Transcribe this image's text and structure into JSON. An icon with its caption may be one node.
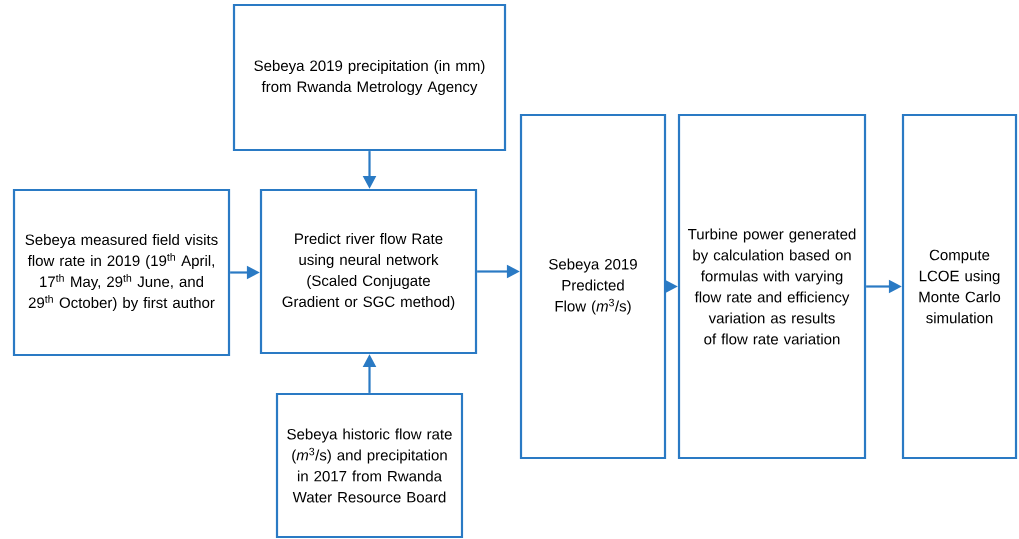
{
  "diagram": {
    "nodes": [
      {
        "text": [
          "Sebeya 2019 precipitation (in mm) from Rwanda Metrology Agency"
        ]
      },
      {
        "text": [
          "Sebeya measured field visits flow rate in 2019 (19$^{th}$ April, 17$^{th}$ May, 29$^{th}$ June, and 29$^{th}$ October) by first author"
        ]
      },
      {
        "text": [
          "Predict river flow Rate using neural network (Scaled Conjugate Gradient or SGC method)"
        ]
      },
      {
        "text": [
          "Sebeya historic flow rate (*m*$^{3}$/s) and precipitation in 2017 from Rwanda Water Resource Board"
        ]
      },
      {
        "text": [
          "Sebeya 2019 Predicted Flow (*m*$^{3}$/s)"
        ]
      },
      {
        "text": [
          "Turbine power generated by calculation based on formulas with varying flow rate and efficiency variation as results of flow rate variation"
        ]
      },
      {
        "text": [
          "Compute LCOE using Monte Carlo simulation"
        ]
      }
    ],
    "edges": [
      {
        "from": 0,
        "to": 2,
        "arrow": "to"
      },
      {
        "from": 1,
        "to": 2,
        "arrow": "to"
      },
      {
        "from": 3,
        "to": 2,
        "arrow": "to"
      },
      {
        "from": 2,
        "to": 4,
        "arrow": "to"
      },
      {
        "from": 4,
        "to": 5,
        "arrow": "to"
      },
      {
        "from": 5,
        "to": 6,
        "arrow": "to"
      }
    ]
  }
}
